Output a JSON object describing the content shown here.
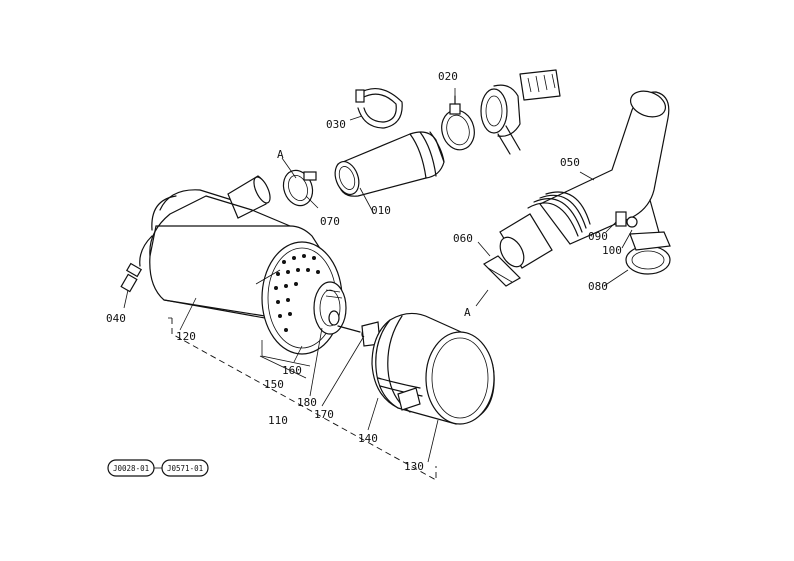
{
  "parts": {
    "p010": "010",
    "p020": "020",
    "p030": "030",
    "p040": "040",
    "p050": "050",
    "p060": "060",
    "p070": "070",
    "p080": "080",
    "p090": "090",
    "p100": "100",
    "p110": "110",
    "p120": "120",
    "p130": "130",
    "p140": "140",
    "p150": "150",
    "p160": "160",
    "p170": "170",
    "p180": "180"
  },
  "references": {
    "ref_a_top": "A",
    "ref_a_bottom": "A"
  },
  "codes": {
    "code1": "J0028-01",
    "code2": "J0571-01"
  }
}
